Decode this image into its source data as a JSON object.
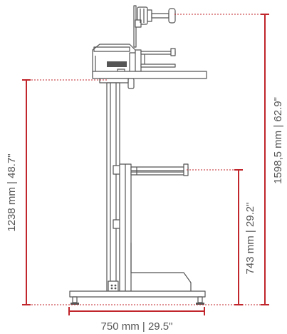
{
  "colors": {
    "dimension": "#c0262b",
    "machine_stroke": "#555555",
    "machine_fill": "#ffffff",
    "label_text": "#555555"
  },
  "dimensions": {
    "overall_height": "1598,5 mm | 62.9\"",
    "table_height": "1238 mm | 48.7\"",
    "lower_arm_height": "743 mm | 29.2\"",
    "base_width": "750 mm | 29.5\""
  },
  "machine": {
    "badge_text": "▮▮▮▮▮▮"
  }
}
